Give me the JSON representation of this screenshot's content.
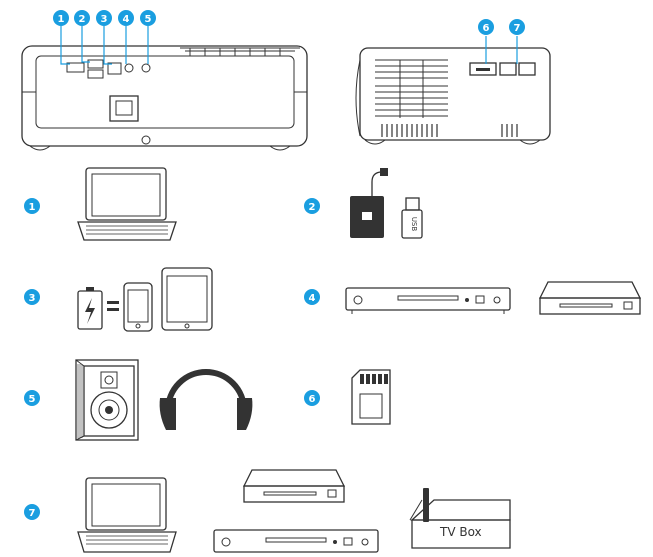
{
  "accent_color": "#1a9ee0",
  "callouts": [
    {
      "number": "1",
      "label": ""
    },
    {
      "number": "2",
      "label": ""
    },
    {
      "number": "3",
      "label": ""
    },
    {
      "number": "4",
      "label": ""
    },
    {
      "number": "5",
      "label": ""
    },
    {
      "number": "6",
      "label": ""
    },
    {
      "number": "7",
      "label": ""
    }
  ],
  "device_labels": {
    "usb_stick": "USB",
    "tv_box": "TV Box"
  },
  "icons": [
    "laptop-icon",
    "power-adapter-icon",
    "usb-stick-icon",
    "battery-icon",
    "phone-icon",
    "tablet-icon",
    "dvd-player-icon",
    "set-top-box-icon",
    "speaker-icon",
    "headphones-icon",
    "sd-card-icon",
    "tv-box-icon"
  ]
}
